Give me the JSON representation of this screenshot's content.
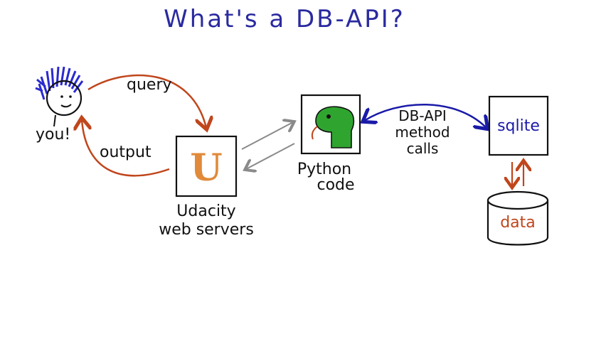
{
  "title": "What's a DB-API?",
  "user_label": "you!",
  "query_label": "query",
  "output_label": "output",
  "server_icon_letter": "U",
  "server_label": [
    "Udacity",
    "web servers"
  ],
  "python_label": [
    "Python",
    "code"
  ],
  "dbapi_label": [
    "DB-API",
    "method",
    "calls"
  ],
  "sqlite_label": "sqlite",
  "data_label": "data",
  "colors": {
    "title": "#2a2aa0",
    "flow": "#c0461c",
    "dbapi_arrow": "#1a1aa8",
    "server_arrows": "#8a8a8a",
    "udacity_logo": "#e08a3a",
    "hair": "#2a2ad0",
    "snake": "#2fa52f",
    "ink": "#111111"
  }
}
